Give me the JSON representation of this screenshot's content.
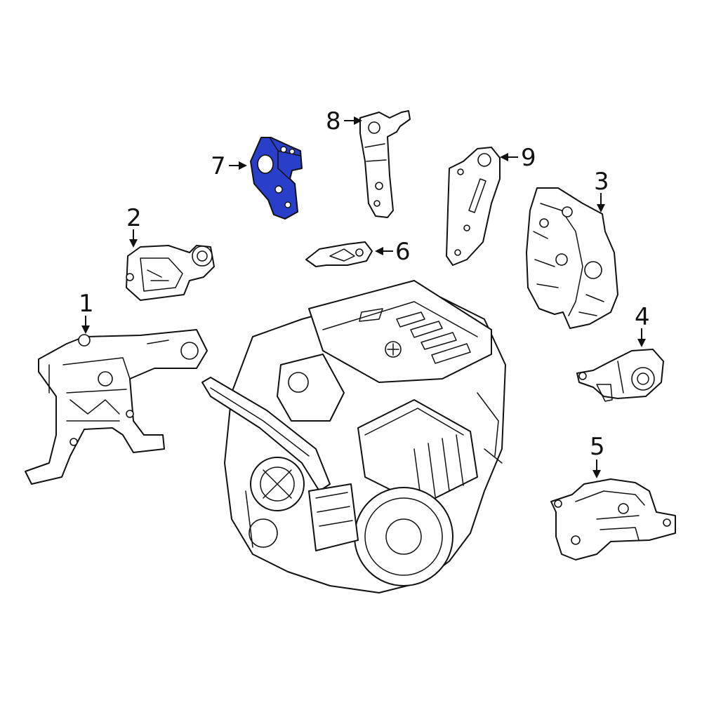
{
  "diagram": {
    "callouts": [
      {
        "id": "1",
        "label": "1"
      },
      {
        "id": "2",
        "label": "2"
      },
      {
        "id": "3",
        "label": "3"
      },
      {
        "id": "4",
        "label": "4"
      },
      {
        "id": "5",
        "label": "5"
      },
      {
        "id": "6",
        "label": "6"
      },
      {
        "id": "7",
        "label": "7"
      },
      {
        "id": "8",
        "label": "8"
      },
      {
        "id": "9",
        "label": "9"
      }
    ],
    "highlighted_part": "7",
    "colors": {
      "highlight_fill": "#2a3fc9",
      "line": "#111111",
      "background": "#ffffff"
    }
  }
}
